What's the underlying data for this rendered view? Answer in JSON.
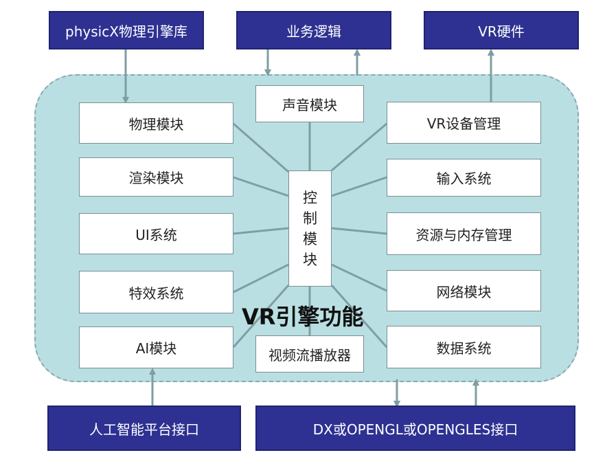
{
  "external": {
    "physx": "physicX物理引擎库",
    "business": "业务逻辑",
    "vr_hardware": "VR硬件",
    "ai_interface": "人工智能平台接口",
    "graphics_interface": "DX或OPENGL或OPENGLES接口"
  },
  "engine": {
    "title": "VR引擎功能",
    "control": [
      "控",
      "制",
      "模",
      "块"
    ],
    "left_modules": [
      "物理模块",
      "渲染模块",
      "UI系统",
      "特效系统",
      "AI模块"
    ],
    "right_modules": [
      "VR设备管理",
      "输入系统",
      "资源与内存管理",
      "网络模块",
      "数据系统"
    ],
    "top_module": "声音模块",
    "bottom_module": "视频流播放器"
  },
  "colors": {
    "external_fill": "#2e3192",
    "region_fill": "#b9dfe2",
    "connector": "#7f9ea3"
  }
}
